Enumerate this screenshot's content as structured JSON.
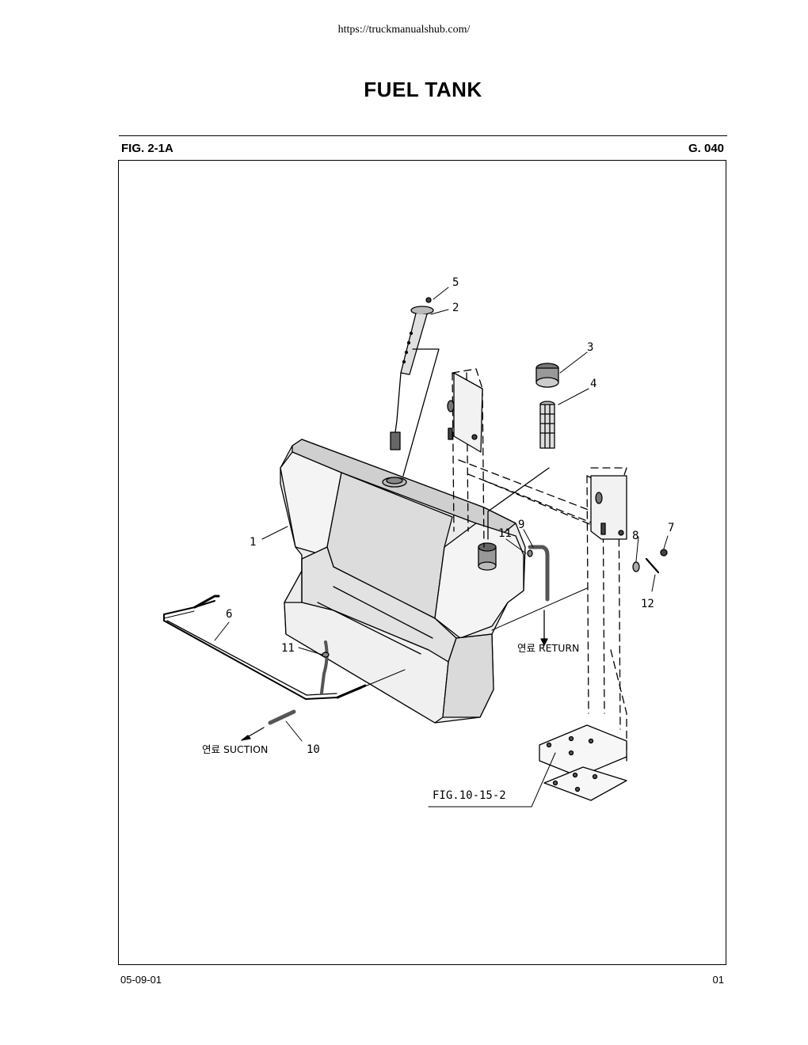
{
  "header": {
    "url": "https://truckmanualshub.com/",
    "title": "FUEL TANK"
  },
  "figure": {
    "fig_number": "FIG. 2-1A",
    "group_code": "G. 040",
    "callouts": {
      "c1": "1",
      "c2": "2",
      "c3": "3",
      "c4": "4",
      "c5": "5",
      "c6": "6",
      "c7": "7",
      "c8": "8",
      "c9": "9",
      "c10": "10",
      "c11a": "11",
      "c11b": "11",
      "c12": "12"
    },
    "notes": {
      "return": "연료 RETURN",
      "suction": "연료 SUCTION",
      "reference": "FIG.10-15-2"
    }
  },
  "footer": {
    "date": "05-09-01",
    "page": "01"
  }
}
